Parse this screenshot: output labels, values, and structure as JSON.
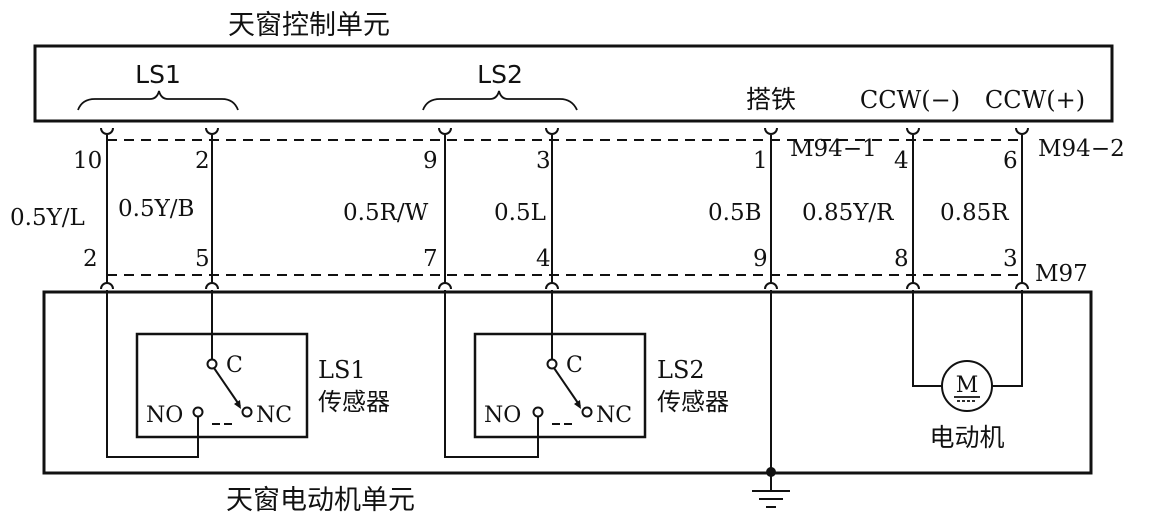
{
  "control_unit": {
    "title": "天窗控制单元",
    "group_ls1": "LS1",
    "group_ls2": "LS2",
    "ground_label": "搭铁",
    "ccw_minus": "CCW(−)",
    "ccw_plus": "CCW(+)"
  },
  "connectors": {
    "upper_1": "M94−1",
    "upper_2": "M94−2",
    "lower": "M97"
  },
  "wires": [
    {
      "top_pin": "10",
      "spec": "0.5Y/L",
      "bottom_pin": "2"
    },
    {
      "top_pin": "2",
      "spec": "0.5Y/B",
      "bottom_pin": "5"
    },
    {
      "top_pin": "9",
      "spec": "0.5R/W",
      "bottom_pin": "7"
    },
    {
      "top_pin": "3",
      "spec": "0.5L",
      "bottom_pin": "4"
    },
    {
      "top_pin": "1",
      "spec": "0.5B",
      "bottom_pin": "9"
    },
    {
      "top_pin": "4",
      "spec": "0.85Y/R",
      "bottom_pin": "8"
    },
    {
      "top_pin": "6",
      "spec": "0.85R",
      "bottom_pin": "3"
    }
  ],
  "motor_unit": {
    "title": "天窗电动机单元",
    "sensor1": {
      "name": "LS1",
      "caption": "传感器",
      "c": "C",
      "no": "NO",
      "nc": "NC"
    },
    "sensor2": {
      "name": "LS2",
      "caption": "传感器",
      "c": "C",
      "no": "NO",
      "nc": "NC"
    },
    "motor_symbol": "M",
    "motor_label": "电动机"
  }
}
